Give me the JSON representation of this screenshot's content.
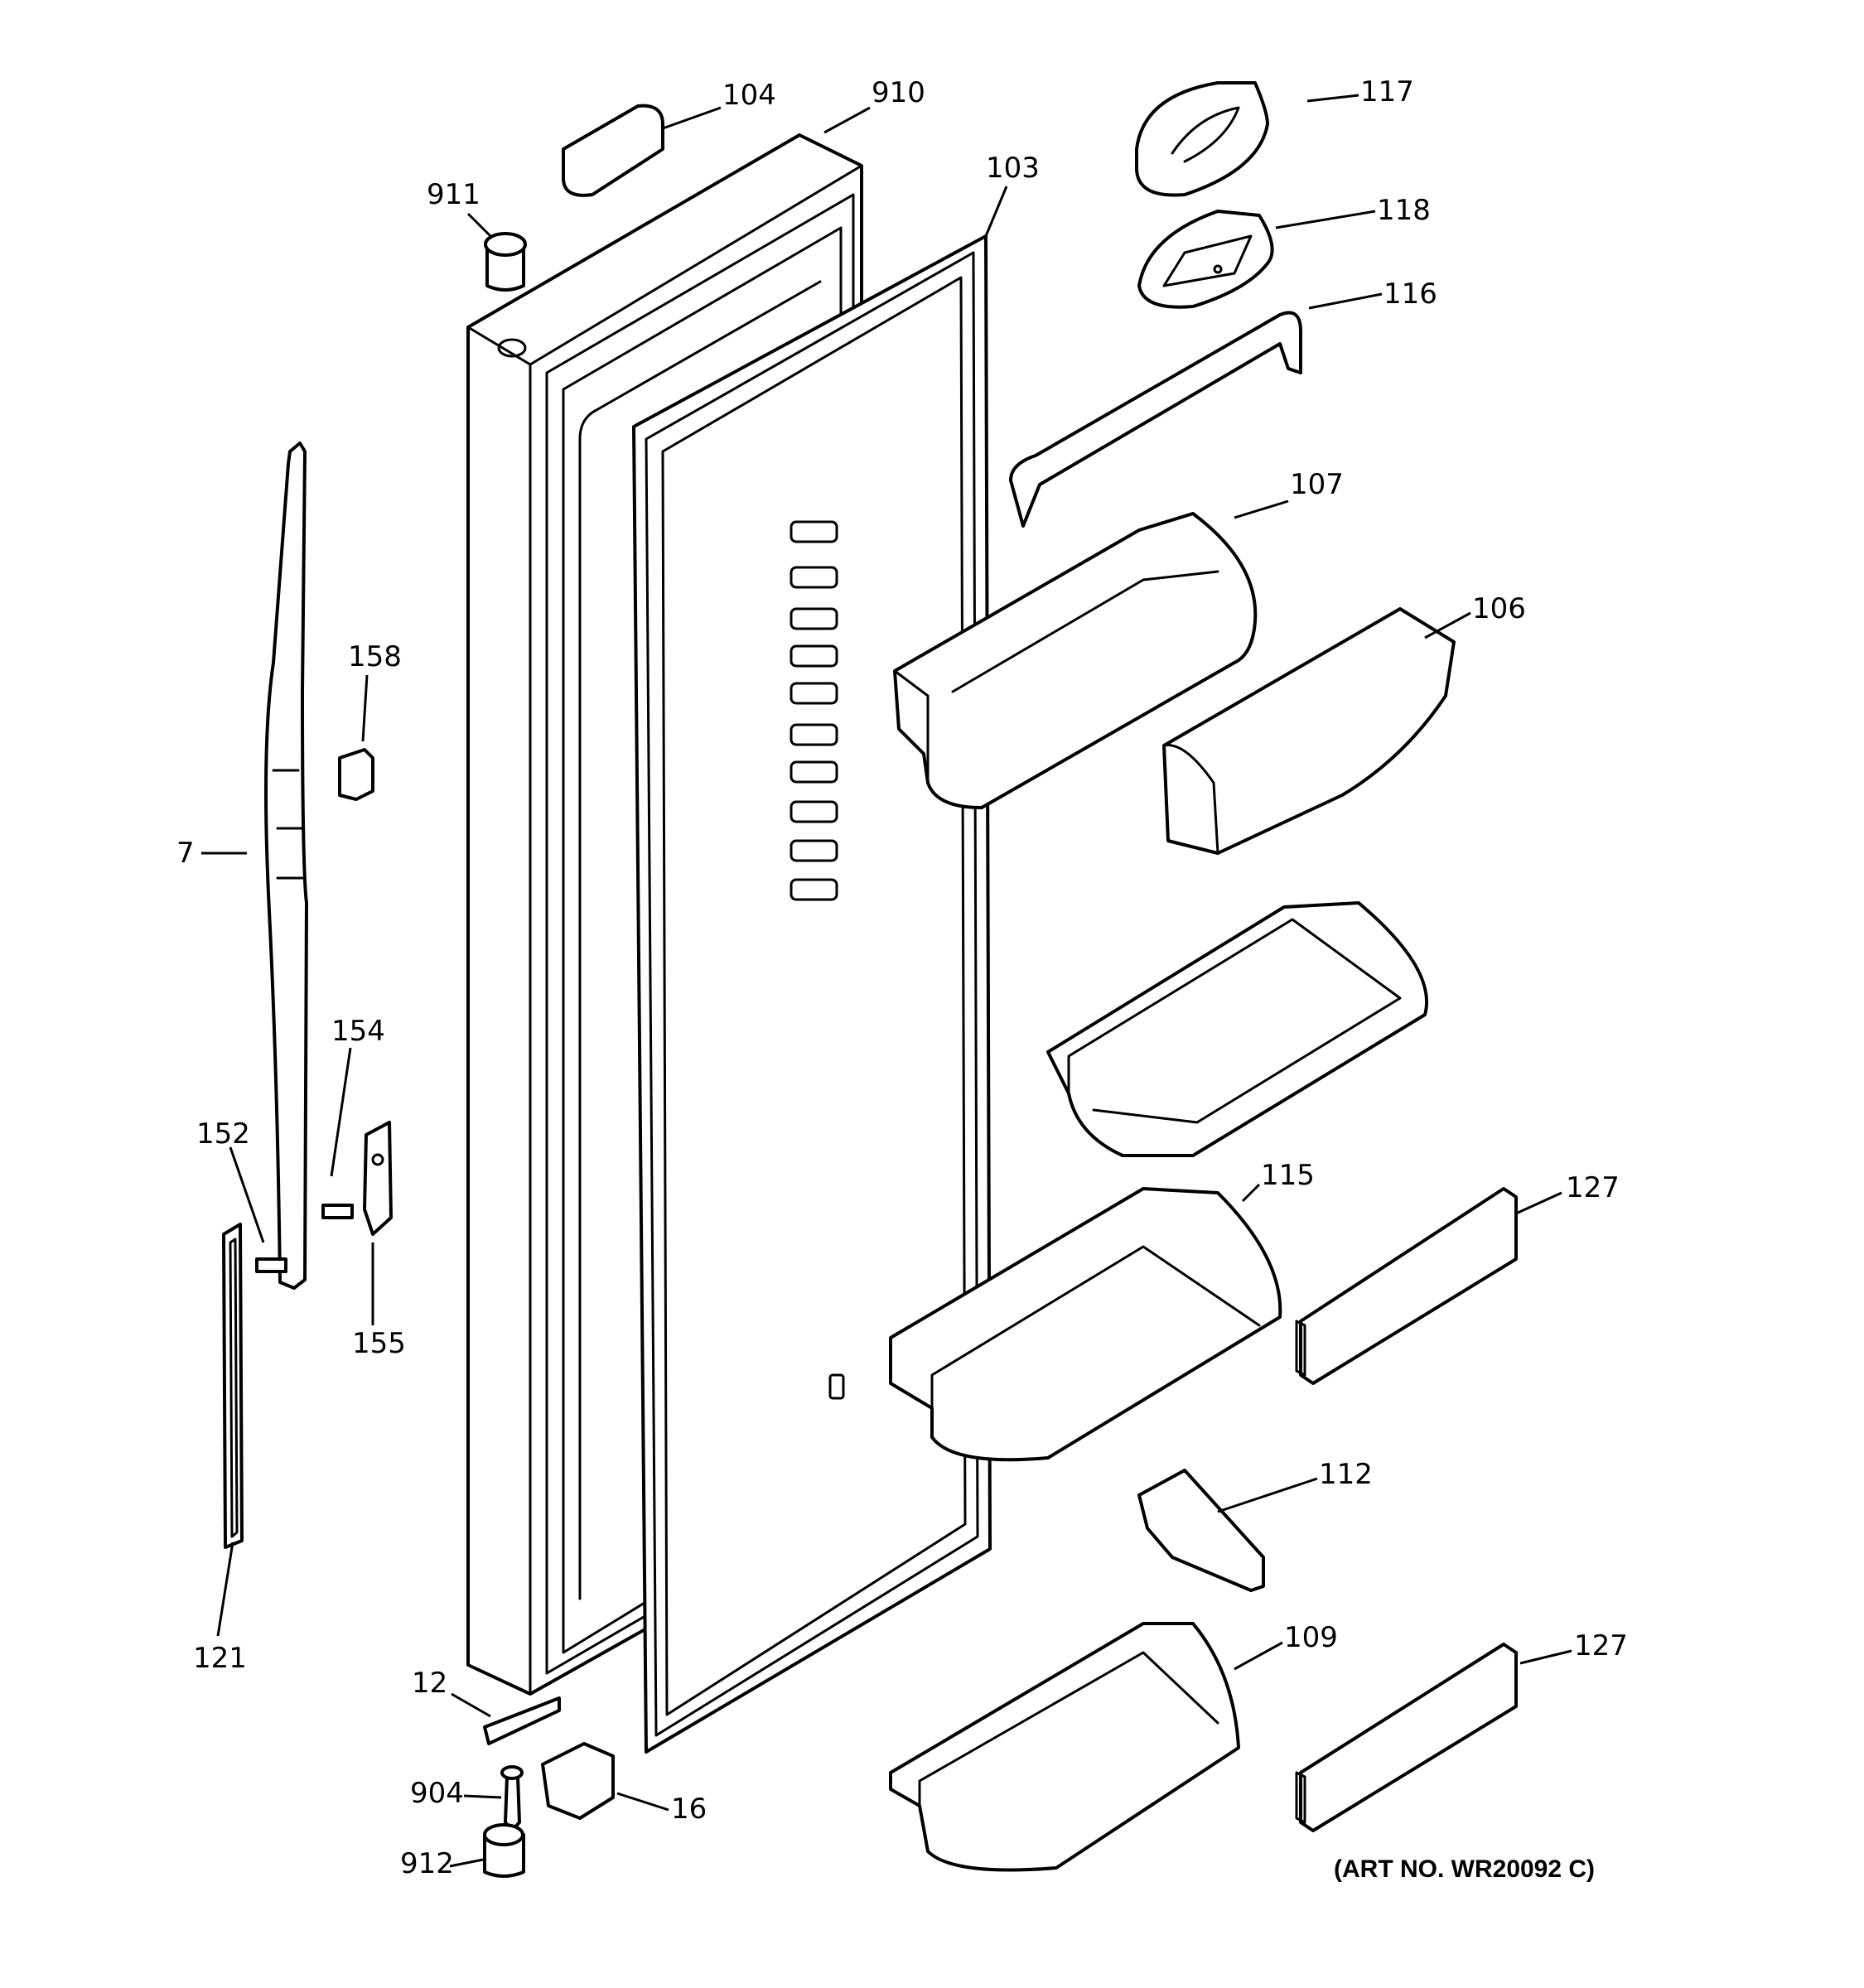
{
  "callouts": {
    "c104": "104",
    "c910": "910",
    "c103": "103",
    "c117": "117",
    "c118": "118",
    "c116": "116",
    "c911": "911",
    "c107": "107",
    "c106": "106",
    "c158": "158",
    "c7": "7",
    "c154": "154",
    "c152": "152",
    "c155": "155",
    "c115": "115",
    "c127a": "127",
    "c112": "112",
    "c121": "121",
    "c12": "12",
    "c109": "109",
    "c127b": "127",
    "c904": "904",
    "c16": "16",
    "c912": "912"
  },
  "art_number": "(ART NO. WR20092 C)",
  "colors": {
    "line": "#000000",
    "background": "#ffffff"
  }
}
